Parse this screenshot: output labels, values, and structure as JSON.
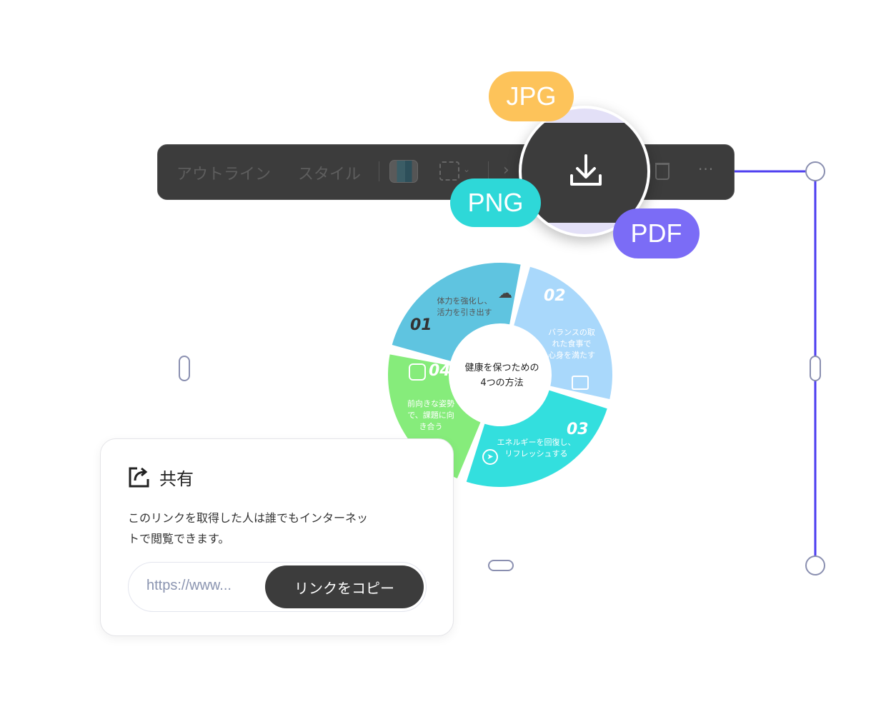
{
  "toolbar": {
    "outline_label": "アウトライン",
    "style_label": "スタイル"
  },
  "formats": {
    "jpg": "JPG",
    "png": "PNG",
    "pdf": "PDF"
  },
  "diagram": {
    "center": [
      "健康を保つための",
      "4つの方法"
    ],
    "segments": [
      {
        "num": "01",
        "text": [
          "体力を強化し、",
          "活力を引き出す"
        ],
        "color": "#a9d8fb",
        "icon": "cloud-bolt-icon"
      },
      {
        "num": "02",
        "text": [
          "バランスの取",
          "れた食事で",
          "心身を満たす"
        ],
        "color": "#33dfde",
        "icon": "code-window-icon"
      },
      {
        "num": "03",
        "text": [
          "エネルギーを回復し、",
          "リフレッシュする"
        ],
        "color": "#86ec7b",
        "icon": "navigation-icon"
      },
      {
        "num": "04",
        "text": [
          "前向きな姿勢",
          "で、課題に向",
          "き合う"
        ],
        "color": "#5fc4e0",
        "icon": "scale-icon"
      }
    ]
  },
  "share": {
    "title": "共有",
    "description": [
      "このリンクを取得した人は誰でもインターネッ",
      "トで閲覧できます。"
    ],
    "url_value": "https://www...",
    "copy_label": "リンクをコピー"
  },
  "colors": {
    "selection": "#4c3df0",
    "toolbar": "#3c3c3c"
  }
}
